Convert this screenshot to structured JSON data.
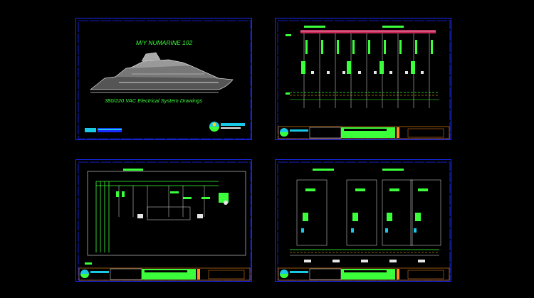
{
  "colors": {
    "background": "#000000",
    "frame": "#1a2cff",
    "wire_green": "#3cff3c",
    "wire_white": "#e6e6e6",
    "busbar_red": "#c8285a",
    "title_block_orange": "#ff8c1a",
    "logo_cyan": "#19c8e6",
    "logo_yellow": "#ffd21a"
  },
  "sheets": [
    {
      "name": "cover-sheet",
      "title": "M/Y NUMARINE 102",
      "subtitle": "380/220 VAC Electrical System Drawings"
    },
    {
      "name": "distribution-sheet"
    },
    {
      "name": "switchboard-sheet"
    },
    {
      "name": "feeder-sheet"
    }
  ]
}
